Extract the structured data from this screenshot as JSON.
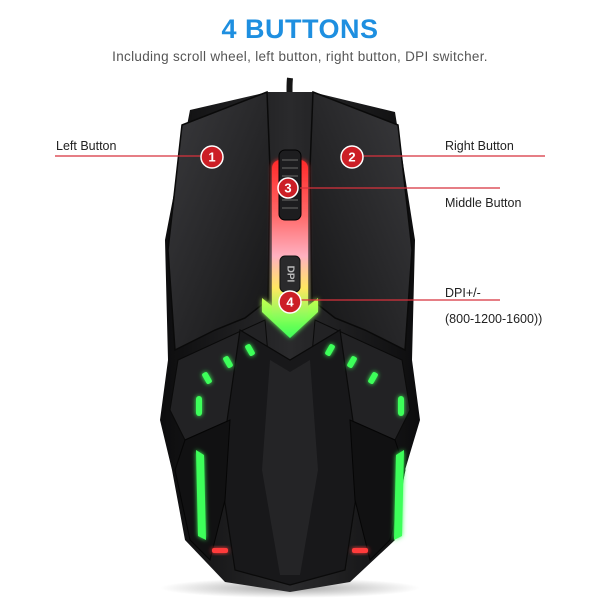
{
  "header": {
    "title": "4 BUTTONS",
    "subtitle": "Including scroll wheel, left button, right button, DPI switcher."
  },
  "callouts": [
    {
      "number": "1",
      "label": "Left Button"
    },
    {
      "number": "2",
      "label": "Right Button"
    },
    {
      "number": "3",
      "label": "Middle Button"
    },
    {
      "number": "4",
      "label": "DPI+/-",
      "sublabel": "(800-1200-1600))"
    }
  ],
  "mouse": {
    "dpi_button_text": "DPI",
    "colors": {
      "title": "#1e8fe0",
      "callout_line": "#d8323c",
      "badge": "#cc1f26",
      "body": "#1c1c1e",
      "led_green": "#3cff5a",
      "led_red": "#ff3a3a"
    }
  }
}
